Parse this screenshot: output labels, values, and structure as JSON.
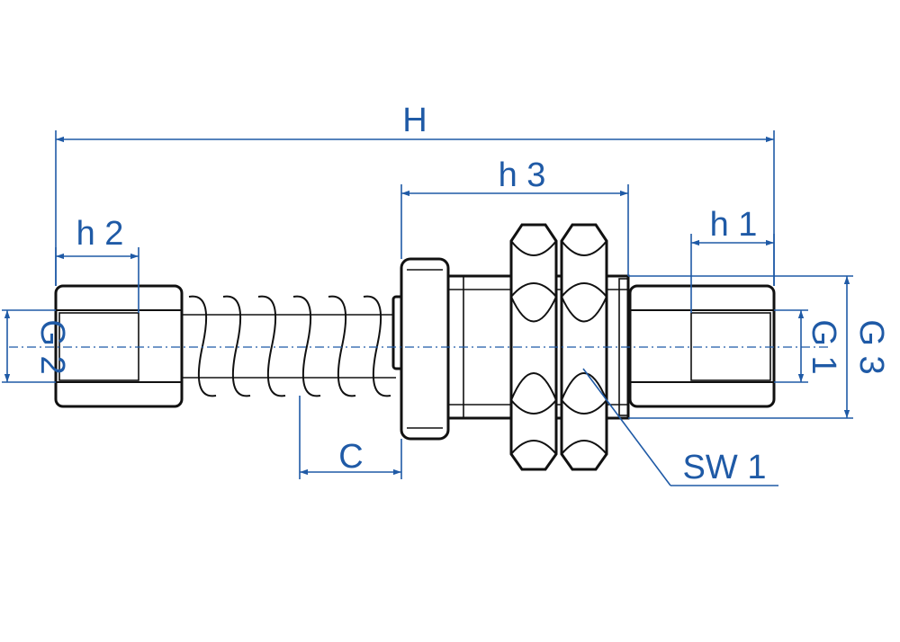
{
  "diagram": {
    "accent_color": "#1f5aa6",
    "line_color": "#111111",
    "labels": {
      "H": "H",
      "h3": "h 3",
      "h2": "h 2",
      "h1": "h 1",
      "G2": "G 2",
      "G1": "G 1",
      "G3": "G 3",
      "C": "C",
      "SW1": "SW 1"
    }
  }
}
